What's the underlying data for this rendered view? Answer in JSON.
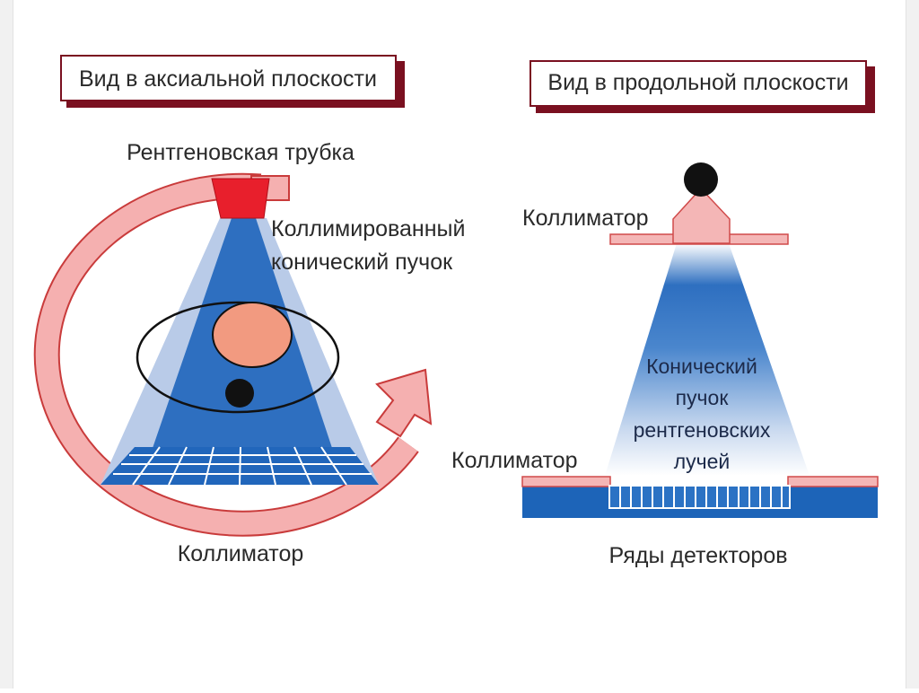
{
  "left_panel": {
    "title": "Вид в аксиальной плоскости",
    "tube_label": "Рентгеновская трубка",
    "beam_label_line1": "Коллимированный",
    "beam_label_line2": "конический пучок",
    "collimator_label": "Коллиматор"
  },
  "right_panel": {
    "title": "Вид в продольной плоскости",
    "top_collimator_label": "Коллиматор",
    "beam_text": [
      "Конический",
      "пучок",
      "рентгеновских",
      "лучей"
    ],
    "bottom_collimator_label": "Коллиматор",
    "detector_label": "Ряды детекторов"
  },
  "colors": {
    "beam_dark": "#2e6fc0",
    "beam_light": "#b9cbe8",
    "tube": "#e81f2c",
    "gantry_ring": "#f08a8a",
    "collimator": "#f4b6b6",
    "organ": "#f29a80",
    "frame": "#7a1020",
    "detector": "#1d64b8"
  },
  "icons": {
    "source": "x-ray-focal-spot",
    "rotation": "rotation-arrow"
  }
}
